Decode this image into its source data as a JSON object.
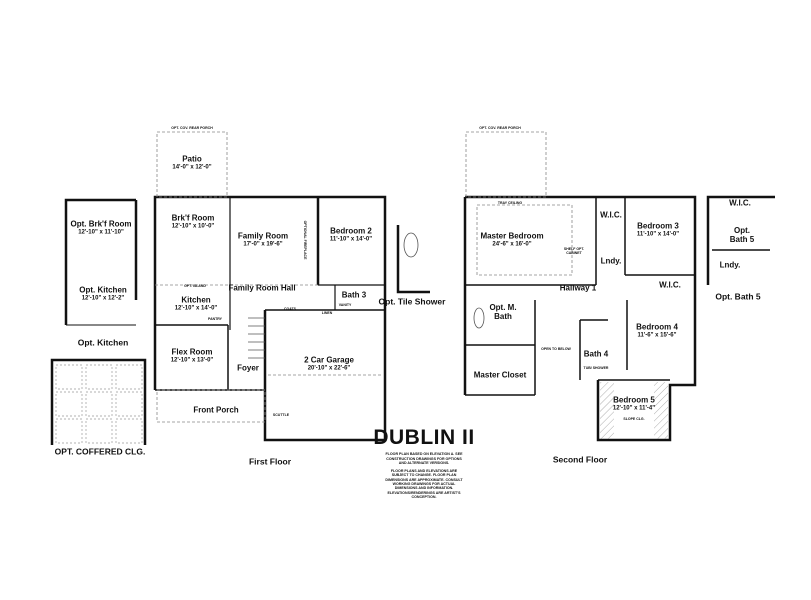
{
  "title": "DUBLIN II",
  "notes": [
    "FLOOR PLAN BASED ON ELEVATION A. SEE CONSTRUCTION DRAWINGS FOR OPTIONS AND ALTERNATE VERSIONS.",
    "FLOOR PLANS AND ELEVATIONS ARE SUBJECT TO CHANGE. FLOOR PLAN DIMENSIONS ARE APPROXIMATE. CONSULT WORKING DRAWINGS FOR ACTUAL DIMENSIONS AND INFORMATION. ELEVATIONS/RENDERINGS ARE ARTIST'S CONCEPTION."
  ],
  "captions": {
    "first_floor": "First Floor",
    "second_floor": "Second Floor",
    "opt_kitchen": "Opt. Kitchen",
    "opt_coffered": "OPT. COFFERED CLG.",
    "opt_tile_shower": "Opt. Tile Shower",
    "opt_bath5": "Opt. Bath 5"
  },
  "small_labels": {
    "opt_cov_rear_porch": "OPT. COV. REAR PORCH",
    "tray_ceiling": "TRAY CEILING",
    "open_to_below": "OPEN TO BELOW",
    "slope_clg": "SLOPE CLG.",
    "shelf_opt_cabinet": "SHELF OPT. CABINET",
    "optional_fireplace": "OPTIONAL FIREPLACE",
    "opt_island": "OPT. ISLAND",
    "pantry": "PANTRY",
    "coats": "COATS",
    "linen": "LINEN",
    "vanity": "VANITY",
    "tub_shower": "TUB/ SHOWER",
    "scuttle": "SCUTTLE"
  },
  "rooms": {
    "opt_brkf": {
      "name": "Opt. Brk'f Room",
      "dim": "12'-10\" x 11'-10\""
    },
    "opt_kitchen": {
      "name": "Opt. Kitchen",
      "dim": "12'-10\" x 12'-2\""
    },
    "patio": {
      "name": "Patio",
      "dim": "14'-0\" x 12'-0\""
    },
    "brkf": {
      "name": "Brk'f Room",
      "dim": "12'-10\" x 10'-0\""
    },
    "family": {
      "name": "Family Room",
      "dim": "17'-0\" x 19'-6\""
    },
    "bedroom2": {
      "name": "Bedroom 2",
      "dim": "11'-10\" x 14'-0\""
    },
    "family_hall": {
      "name": "Family Room Hall",
      "dim": ""
    },
    "kitchen": {
      "name": "Kitchen",
      "dim": "12'-10\" x 14'-0\""
    },
    "bath3": {
      "name": "Bath 3",
      "dim": ""
    },
    "flex": {
      "name": "Flex Room",
      "dim": "12'-10\" x 13'-0\""
    },
    "foyer": {
      "name": "Foyer",
      "dim": ""
    },
    "garage": {
      "name": "2 Car Garage",
      "dim": "20'-10\" x 22'-6\""
    },
    "front_porch": {
      "name": "Front Porch",
      "dim": ""
    },
    "master_bed": {
      "name": "Master Bedroom",
      "dim": "24'-6\" x 16'-0\""
    },
    "wic1": {
      "name": "W.I.C.",
      "dim": ""
    },
    "bedroom3": {
      "name": "Bedroom 3",
      "dim": "11'-10\" x 14'-0\""
    },
    "lndy": {
      "name": "Lndy.",
      "dim": ""
    },
    "hallway1": {
      "name": "Hallway 1",
      "dim": ""
    },
    "wic2": {
      "name": "W.I.C.",
      "dim": ""
    },
    "opt_m_bath": {
      "name": "Opt. M. Bath",
      "dim": ""
    },
    "bedroom4": {
      "name": "Bedroom 4",
      "dim": "11'-6\" x 15'-6\""
    },
    "bath4": {
      "name": "Bath 4",
      "dim": ""
    },
    "master_closet": {
      "name": "Master Closet",
      "dim": ""
    },
    "bedroom5": {
      "name": "Bedroom 5",
      "dim": "12'-10\" x 11'-4\""
    },
    "wic3": {
      "name": "W.I.C.",
      "dim": ""
    },
    "opt_bath5": {
      "name": "Opt. Bath 5",
      "dim": ""
    },
    "lndy2": {
      "name": "Lndy.",
      "dim": ""
    }
  }
}
